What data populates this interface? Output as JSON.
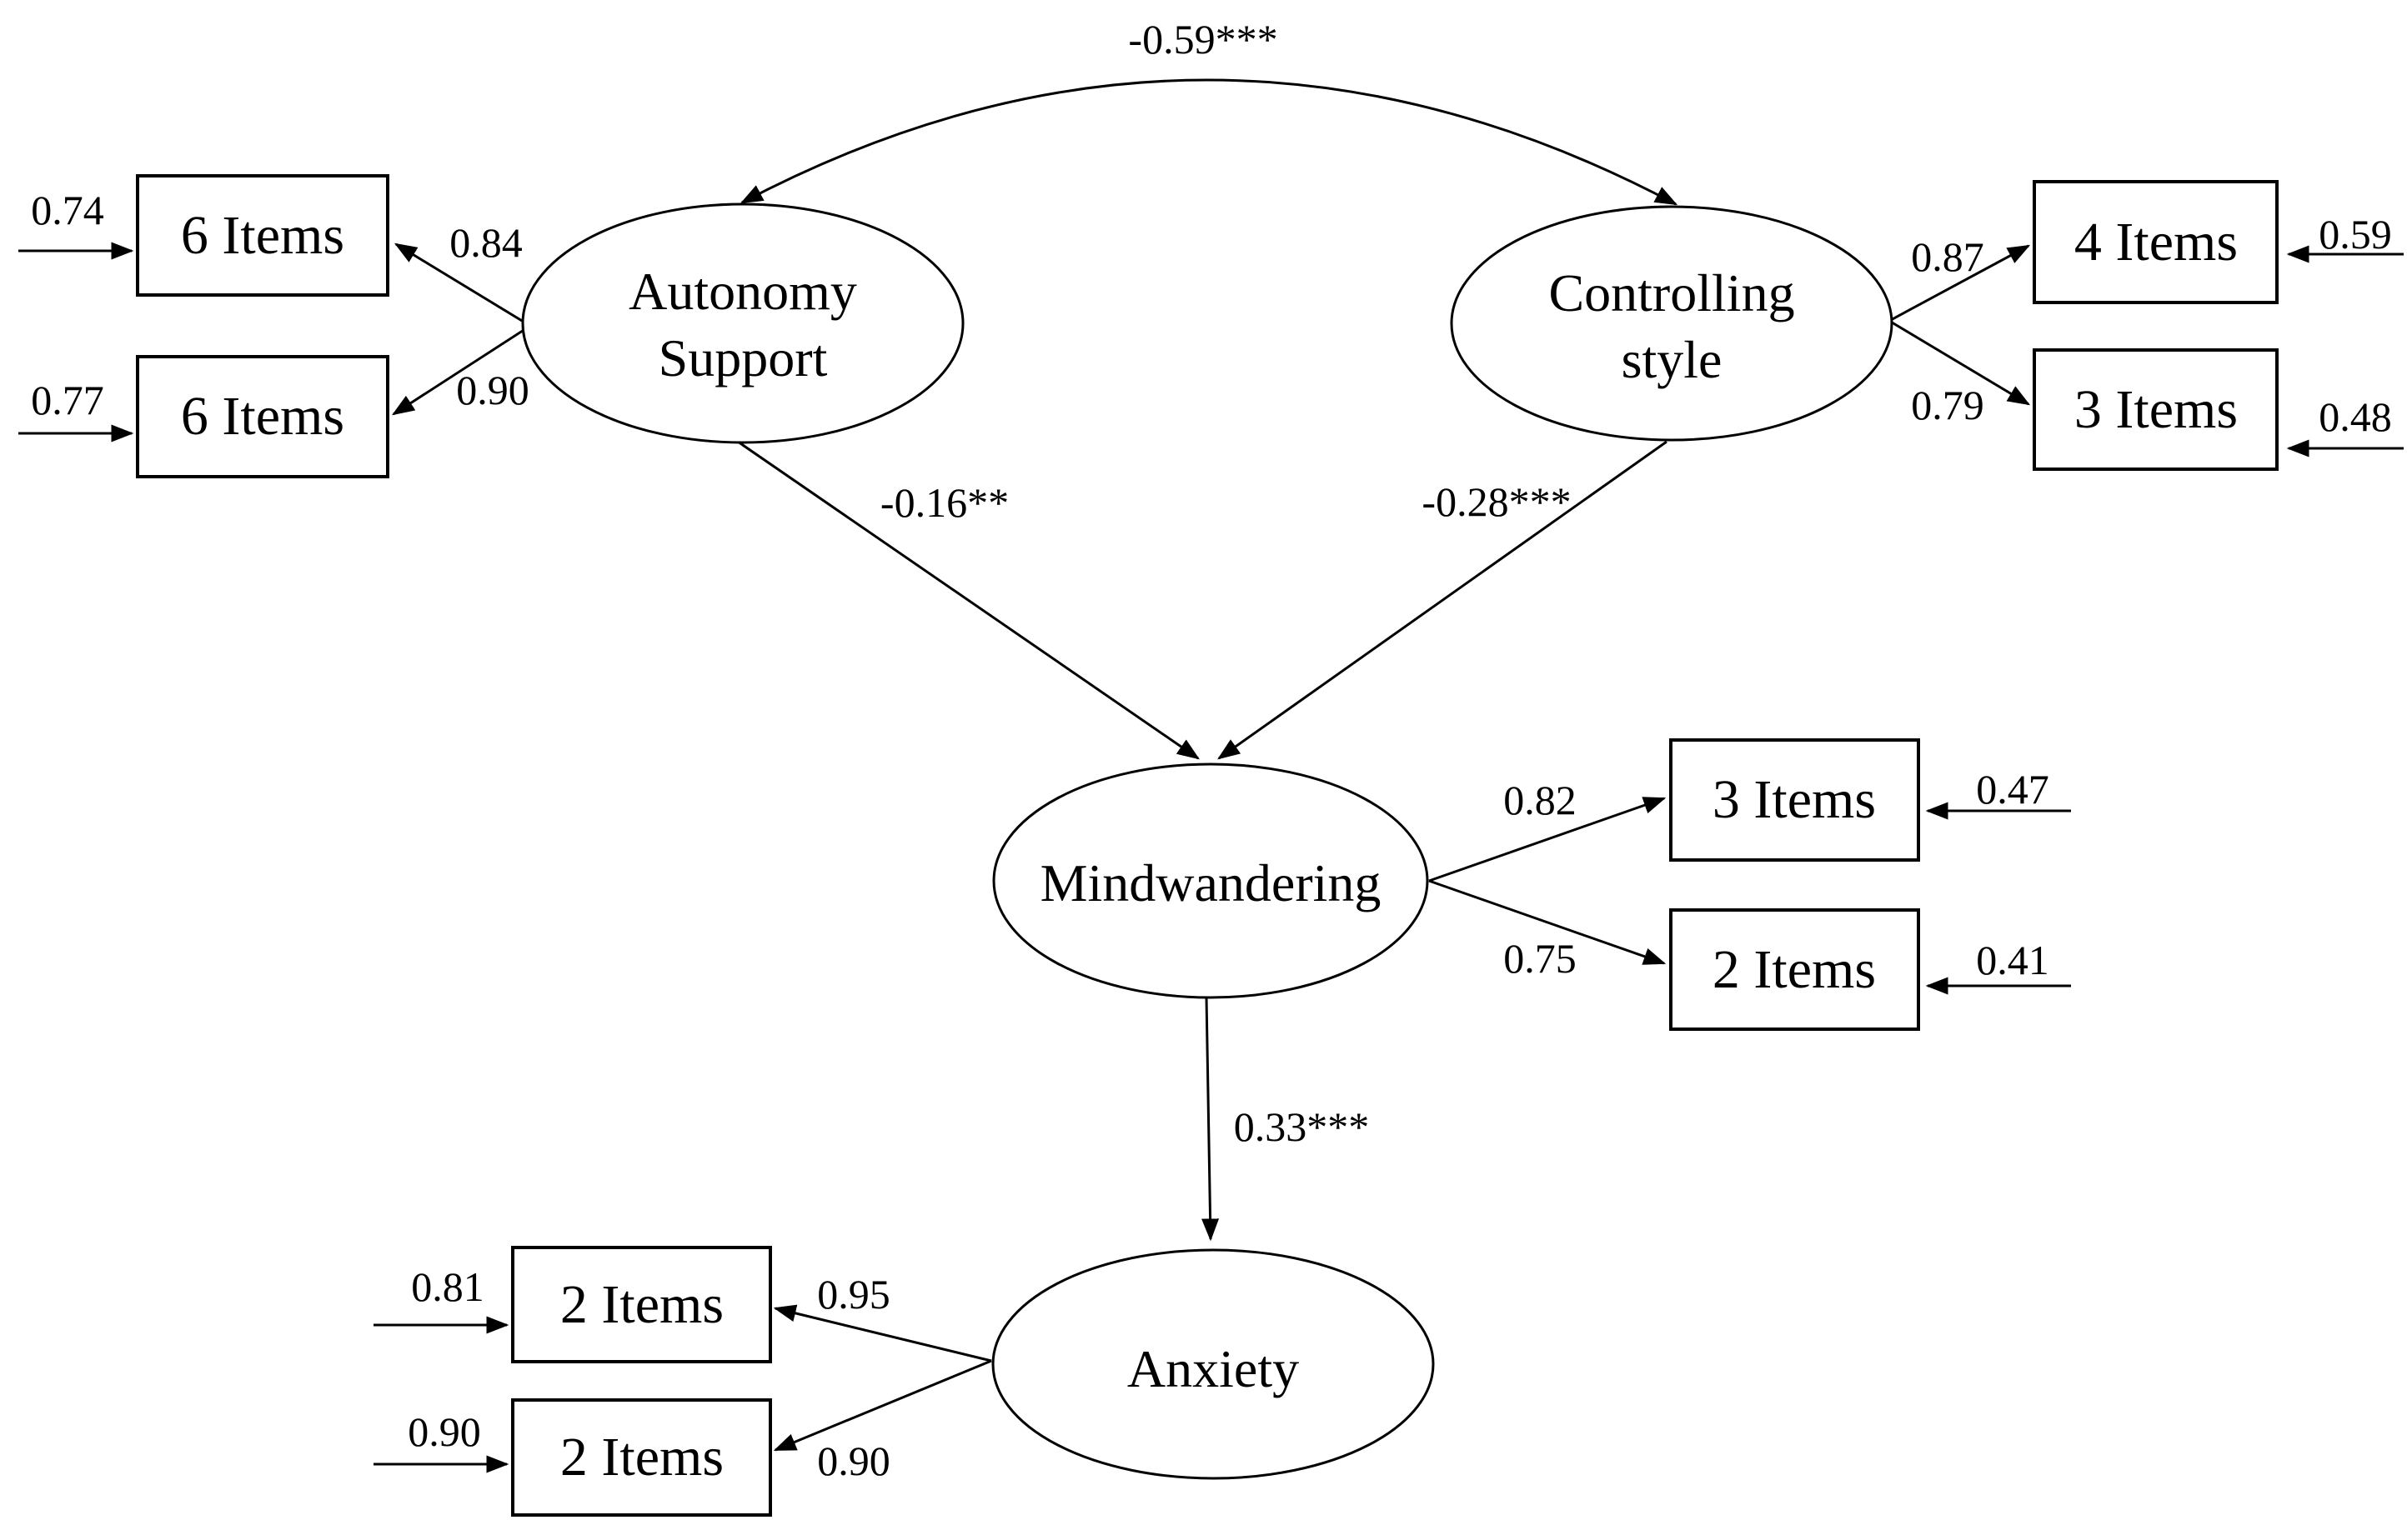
{
  "colors": {
    "background": "#ffffff",
    "ink": "#000000"
  },
  "latents": {
    "autonomy": {
      "label": "Autonomy\nSupport"
    },
    "controlling": {
      "label": "Controlling\nstyle"
    },
    "mindwandering": {
      "label": "Mindwandering"
    },
    "anxiety": {
      "label": "Anxiety"
    }
  },
  "indicators": {
    "autonomy_1": {
      "label": "6 Items",
      "loading": "0.84",
      "error": "0.74"
    },
    "autonomy_2": {
      "label": "6 Items",
      "loading": "0.90",
      "error": "0.77"
    },
    "controlling_1": {
      "label": "4 Items",
      "loading": "0.87",
      "error": "0.59"
    },
    "controlling_2": {
      "label": "3 Items",
      "loading": "0.79",
      "error": "0.48"
    },
    "mindwandering_1": {
      "label": "3 Items",
      "loading": "0.82",
      "error": "0.47"
    },
    "mindwandering_2": {
      "label": "2 Items",
      "loading": "0.75",
      "error": "0.41"
    },
    "anxiety_1": {
      "label": "2 Items",
      "loading": "0.95",
      "error": "0.81"
    },
    "anxiety_2": {
      "label": "2 Items",
      "loading": "0.90",
      "error": "0.90"
    }
  },
  "paths": {
    "autonomy_controlling_covariance": {
      "label": "-0.59***"
    },
    "autonomy_to_mindwandering": {
      "label": "-0.16**"
    },
    "controlling_to_mindwandering": {
      "label": "-0.28***"
    },
    "mindwandering_to_anxiety": {
      "label": "0.33***"
    }
  }
}
